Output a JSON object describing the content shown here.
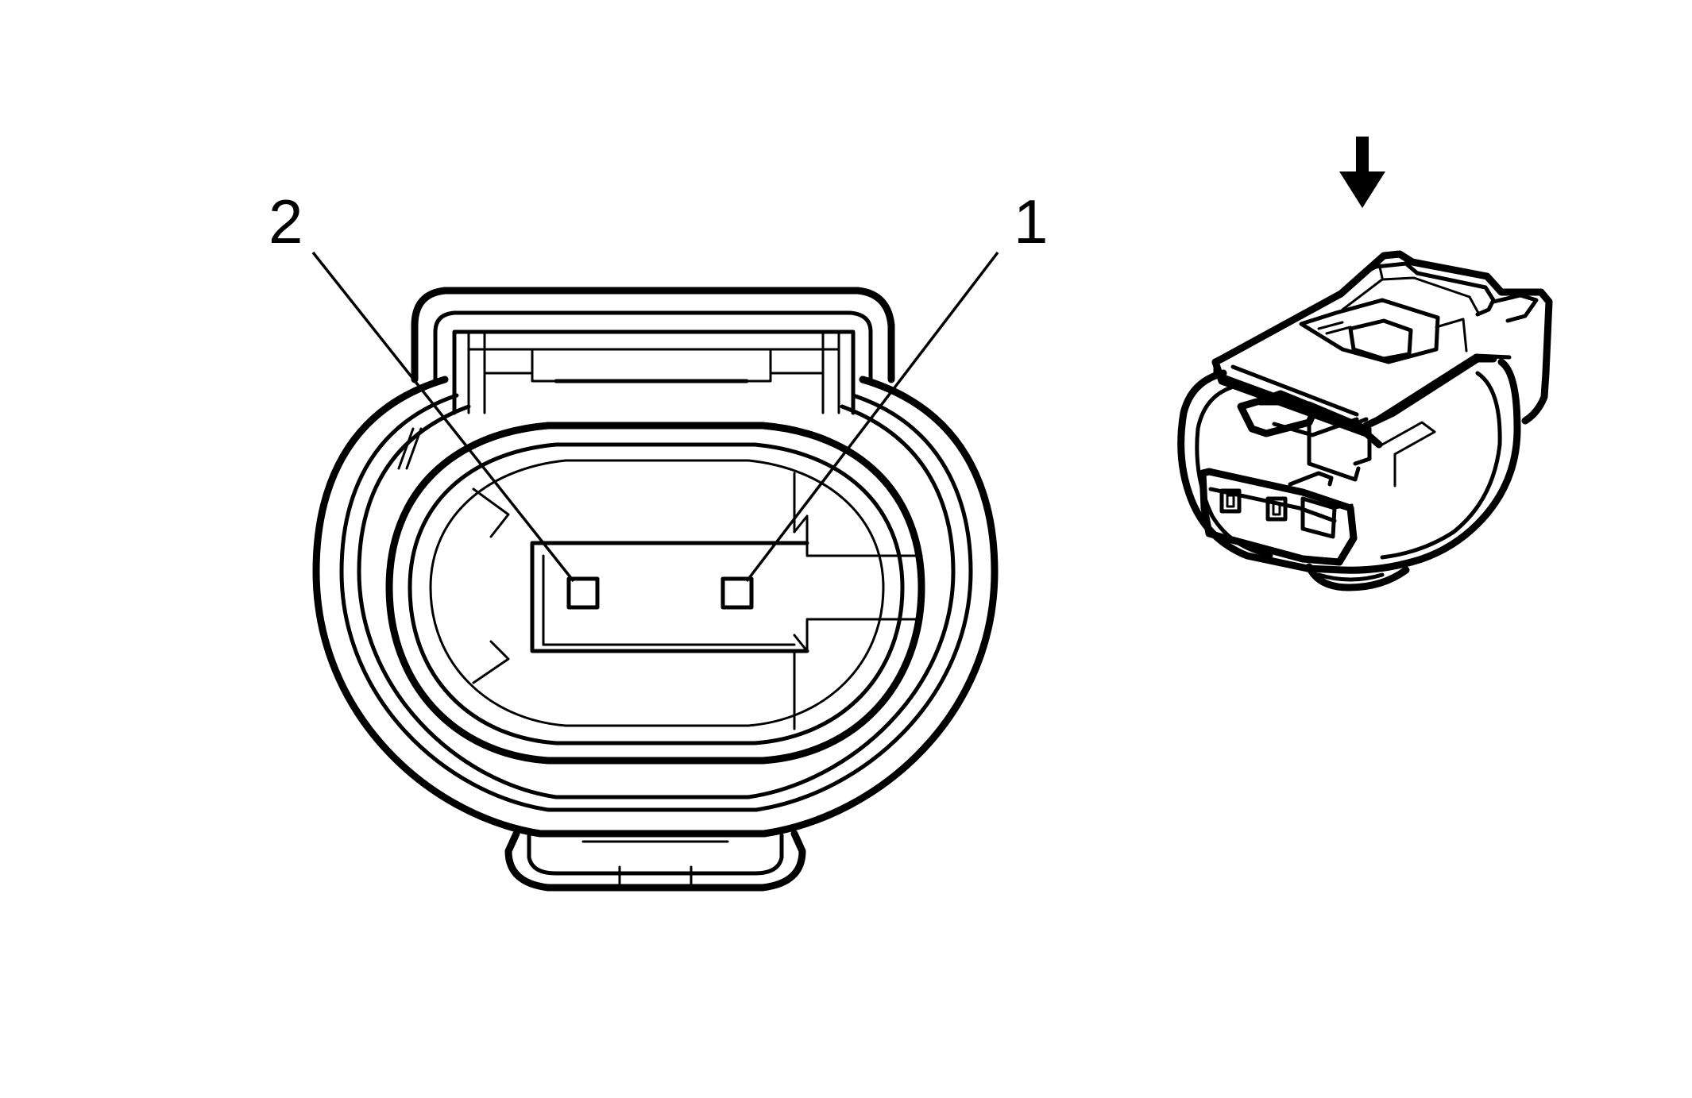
{
  "diagram": {
    "callouts": [
      {
        "id": "pin-2",
        "label": "2"
      },
      {
        "id": "pin-1",
        "label": "1"
      }
    ],
    "stroke_color": "#000000",
    "background_color": "#ffffff",
    "icons": [
      "down-arrow-icon"
    ]
  }
}
